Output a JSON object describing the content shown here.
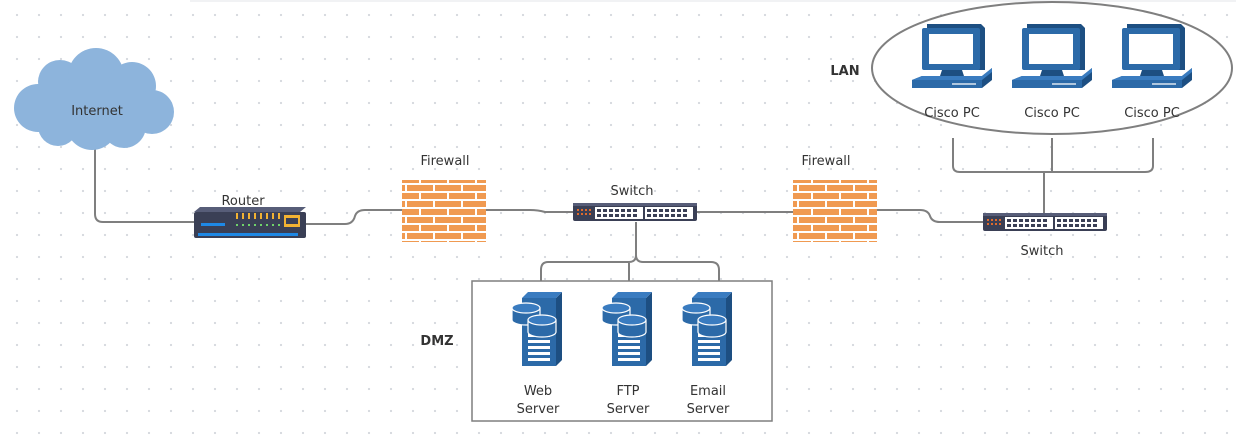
{
  "nodes": {
    "internet": "Internet",
    "router": "Router",
    "firewall_1": "Firewall",
    "switch_center": "Switch",
    "firewall_2": "Firewall",
    "switch_lan": "Switch",
    "lan_label": "LAN",
    "dmz_label": "DMZ",
    "pcs": [
      "Cisco PC",
      "Cisco PC",
      "Cisco PC"
    ],
    "servers": [
      {
        "line1": "Web",
        "line2": "Server"
      },
      {
        "line1": "FTP",
        "line2": "Server"
      },
      {
        "line1": "Email",
        "line2": "Server"
      }
    ]
  },
  "colors": {
    "cloud": "#8db4dc",
    "brick": "#f09a51",
    "server": "#2c6aa8",
    "pc": "#2c6aa8",
    "device_body": "#3a3f55",
    "wire": "#7f7f7f"
  },
  "icons": {
    "internet": "cloud-icon",
    "router": "router-icon",
    "firewall": "firewall-brick-icon",
    "switch": "network-switch-icon",
    "pc": "desktop-computer-icon",
    "server": "server-tower-icon"
  }
}
